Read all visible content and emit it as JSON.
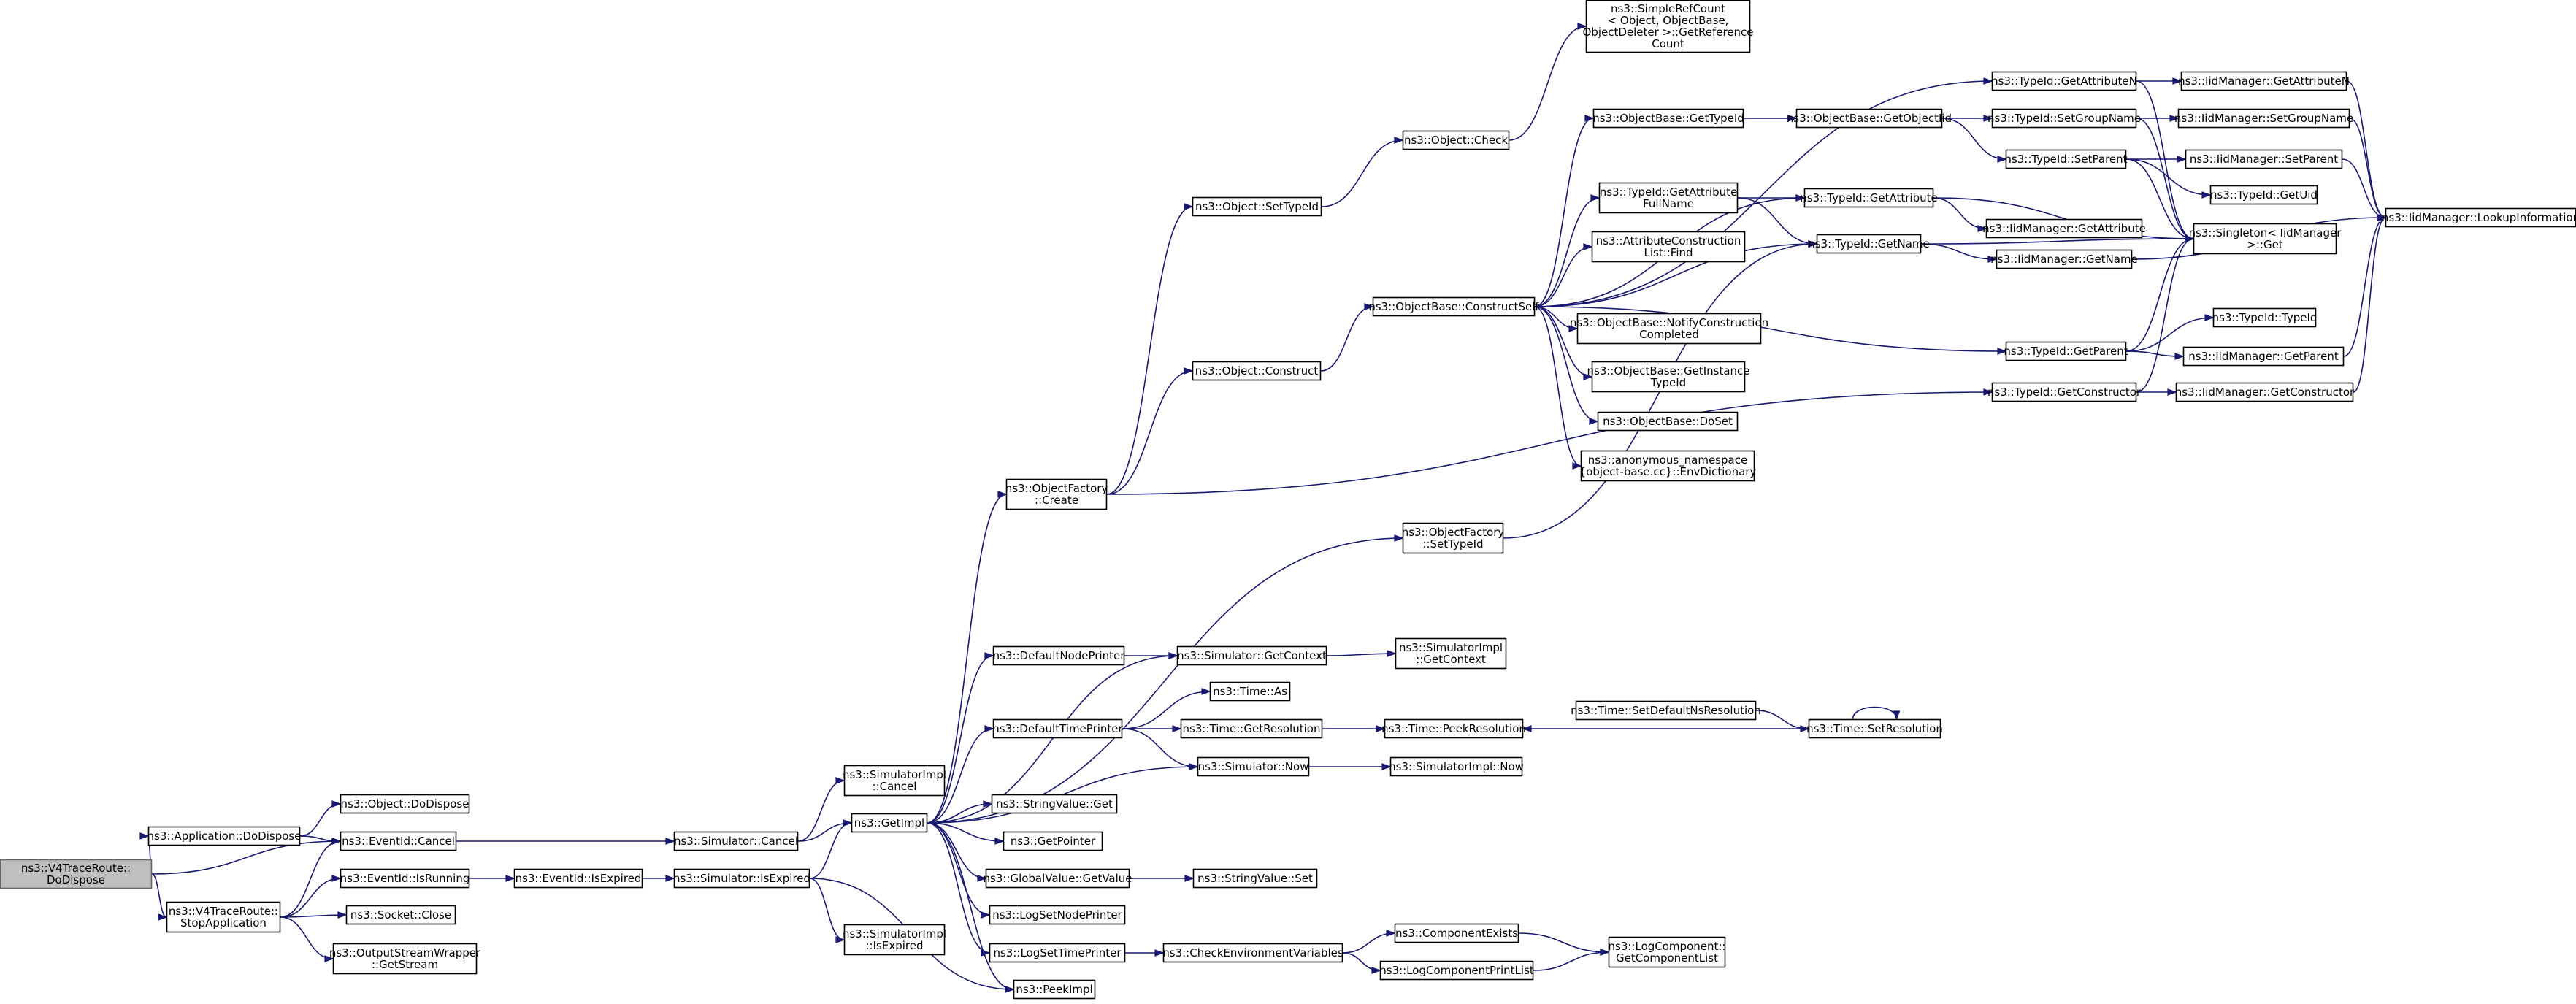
{
  "nodes": {
    "n_root": {
      "lines": [
        "ns3::V4TraceRoute::",
        "DoDispose"
      ],
      "root": true
    },
    "n_appdispose": {
      "lines": [
        "ns3::Application::DoDispose"
      ]
    },
    "n_stopapp": {
      "lines": [
        "ns3::V4TraceRoute::",
        "StopApplication"
      ]
    },
    "n_objdispose": {
      "lines": [
        "ns3::Object::DoDispose"
      ]
    },
    "n_evcancel": {
      "lines": [
        "ns3::EventId::Cancel"
      ]
    },
    "n_evrunning": {
      "lines": [
        "ns3::EventId::IsRunning"
      ]
    },
    "n_sockclose": {
      "lines": [
        "ns3::Socket::Close"
      ]
    },
    "n_getstream": {
      "lines": [
        "ns3::OutputStreamWrapper",
        "::GetStream"
      ]
    },
    "n_evexpired": {
      "lines": [
        "ns3::EventId::IsExpired"
      ]
    },
    "n_simcancel": {
      "lines": [
        "ns3::Simulator::Cancel"
      ]
    },
    "n_simexpired": {
      "lines": [
        "ns3::Simulator::IsExpired"
      ]
    },
    "n_simimplcancel": {
      "lines": [
        "ns3::SimulatorImpl",
        "::Cancel"
      ]
    },
    "n_getimpl": {
      "lines": [
        "ns3::GetImpl"
      ]
    },
    "n_simimplexpired": {
      "lines": [
        "ns3::SimulatorImpl",
        "::IsExpired"
      ]
    },
    "n_objfactcreate": {
      "lines": [
        "ns3::ObjectFactory",
        "::Create"
      ]
    },
    "n_defnodeprinter": {
      "lines": [
        "ns3::DefaultNodePrinter"
      ]
    },
    "n_deftimeprinter": {
      "lines": [
        "ns3::DefaultTimePrinter"
      ]
    },
    "n_strvalget": {
      "lines": [
        "ns3::StringValue::Get"
      ]
    },
    "n_getpointer": {
      "lines": [
        "ns3::GetPointer"
      ]
    },
    "n_globalgetvalue": {
      "lines": [
        "ns3::GlobalValue::GetValue"
      ]
    },
    "n_lognodeprinter": {
      "lines": [
        "ns3::LogSetNodePrinter"
      ]
    },
    "n_logtimeprinter": {
      "lines": [
        "ns3::LogSetTimePrinter"
      ]
    },
    "n_peekimpl": {
      "lines": [
        "ns3::PeekImpl"
      ]
    },
    "n_objsettypeid": {
      "lines": [
        "ns3::Object::SetTypeId"
      ]
    },
    "n_objconstruct": {
      "lines": [
        "ns3::Object::Construct"
      ]
    },
    "n_simgetcontext": {
      "lines": [
        "ns3::Simulator::GetContext"
      ]
    },
    "n_timeas": {
      "lines": [
        "ns3::Time::As"
      ]
    },
    "n_timegetres": {
      "lines": [
        "ns3::Time::GetResolution"
      ]
    },
    "n_simnow": {
      "lines": [
        "ns3::Simulator::Now"
      ]
    },
    "n_strvalset": {
      "lines": [
        "ns3::StringValue::Set"
      ]
    },
    "n_checkenv": {
      "lines": [
        "ns3::CheckEnvironmentVariables"
      ]
    },
    "n_objcheck": {
      "lines": [
        "ns3::Object::Check"
      ]
    },
    "n_constructself": {
      "lines": [
        "ns3::ObjectBase::ConstructSelf"
      ]
    },
    "n_objfactsettid": {
      "lines": [
        "ns3::ObjectFactory",
        "::SetTypeId"
      ]
    },
    "n_simimplgetctx": {
      "lines": [
        "ns3::SimulatorImpl",
        "::GetContext"
      ]
    },
    "n_timepeekres": {
      "lines": [
        "ns3::Time::PeekResolution"
      ]
    },
    "n_simimplnow": {
      "lines": [
        "ns3::SimulatorImpl::Now"
      ]
    },
    "n_compexists": {
      "lines": [
        "ns3::ComponentExists"
      ]
    },
    "n_logcompprint": {
      "lines": [
        "ns3::LogComponentPrintList"
      ]
    },
    "n_simplerefcount": {
      "lines": [
        "ns3::SimpleRefCount",
        "< Object, ObjectBase,",
        "ObjectDeleter >::GetReference",
        "Count"
      ]
    },
    "n_objbasegettid": {
      "lines": [
        "ns3::ObjectBase::GetTypeId"
      ]
    },
    "n_tidgetattrfull": {
      "lines": [
        "ns3::TypeId::GetAttribute",
        "FullName"
      ]
    },
    "n_attrconstrfind": {
      "lines": [
        "ns3::AttributeConstruction",
        "List::Find"
      ]
    },
    "n_notifyconstr": {
      "lines": [
        "ns3::ObjectBase::NotifyConstruction",
        "Completed"
      ]
    },
    "n_getinstancetid": {
      "lines": [
        "ns3::ObjectBase::GetInstance",
        "TypeId"
      ]
    },
    "n_doset": {
      "lines": [
        "ns3::ObjectBase::DoSet"
      ]
    },
    "n_envdict": {
      "lines": [
        "ns3::anonymous_namespace",
        "{object-base.cc}::EnvDictionary"
      ]
    },
    "n_timesetdefres": {
      "lines": [
        "ns3::Time::SetDefaultNsResolution"
      ]
    },
    "n_logcompgetlist": {
      "lines": [
        "ns3::LogComponent::",
        "GetComponentList"
      ]
    },
    "n_getobjectiid": {
      "lines": [
        "ns3::ObjectBase::GetObjectIid"
      ]
    },
    "n_tidgetattr": {
      "lines": [
        "ns3::TypeId::GetAttribute"
      ]
    },
    "n_tidgetname": {
      "lines": [
        "ns3::TypeId::GetName"
      ]
    },
    "n_timesetres": {
      "lines": [
        "ns3::Time::SetResolution"
      ]
    },
    "n_tidgetattrn": {
      "lines": [
        "ns3::TypeId::GetAttributeN"
      ]
    },
    "n_tidsetgroup": {
      "lines": [
        "ns3::TypeId::SetGroupName"
      ]
    },
    "n_tidsetparent": {
      "lines": [
        "ns3::TypeId::SetParent"
      ]
    },
    "n_iidgetattr": {
      "lines": [
        "ns3::IidManager::GetAttribute"
      ]
    },
    "n_iidgetname": {
      "lines": [
        "ns3::IidManager::GetName"
      ]
    },
    "n_tidgetparent": {
      "lines": [
        "ns3::TypeId::GetParent"
      ]
    },
    "n_tidgetctor": {
      "lines": [
        "ns3::TypeId::GetConstructor"
      ]
    },
    "n_iidgetattrn": {
      "lines": [
        "ns3::IidManager::GetAttributeN"
      ]
    },
    "n_iidsetgroup": {
      "lines": [
        "ns3::IidManager::SetGroupName"
      ]
    },
    "n_iidsetparent": {
      "lines": [
        "ns3::IidManager::SetParent"
      ]
    },
    "n_tidgetuid": {
      "lines": [
        "ns3::TypeId::GetUid"
      ]
    },
    "n_singleton": {
      "lines": [
        "ns3::Singleton< IidManager",
        " >::Get"
      ]
    },
    "n_tidtypeid": {
      "lines": [
        "ns3::TypeId::TypeId"
      ]
    },
    "n_iidgetparent": {
      "lines": [
        "ns3::IidManager::GetParent"
      ]
    },
    "n_iidgetctor": {
      "lines": [
        "ns3::IidManager::GetConstructor"
      ]
    },
    "n_lookupinfo": {
      "lines": [
        "ns3::IidManager::LookupInformation"
      ]
    }
  },
  "edges": [
    [
      "n_root",
      "n_appdispose"
    ],
    [
      "n_root",
      "n_evcancel"
    ],
    [
      "n_root",
      "n_stopapp"
    ],
    [
      "n_appdispose",
      "n_objdispose"
    ],
    [
      "n_appdispose",
      "n_evcancel"
    ],
    [
      "n_stopapp",
      "n_evcancel"
    ],
    [
      "n_stopapp",
      "n_evrunning"
    ],
    [
      "n_stopapp",
      "n_sockclose"
    ],
    [
      "n_stopapp",
      "n_getstream"
    ],
    [
      "n_evcancel",
      "n_simcancel"
    ],
    [
      "n_evrunning",
      "n_evexpired"
    ],
    [
      "n_evexpired",
      "n_simexpired"
    ],
    [
      "n_simcancel",
      "n_simimplcancel"
    ],
    [
      "n_simcancel",
      "n_getimpl"
    ],
    [
      "n_simexpired",
      "n_getimpl"
    ],
    [
      "n_simexpired",
      "n_simimplexpired"
    ],
    [
      "n_simexpired",
      "n_peekimpl"
    ],
    [
      "n_getimpl",
      "n_objfactcreate"
    ],
    [
      "n_getimpl",
      "n_objfactsettid"
    ],
    [
      "n_getimpl",
      "n_defnodeprinter"
    ],
    [
      "n_getimpl",
      "n_simgetcontext"
    ],
    [
      "n_getimpl",
      "n_deftimeprinter"
    ],
    [
      "n_getimpl",
      "n_simnow"
    ],
    [
      "n_getimpl",
      "n_strvalget"
    ],
    [
      "n_getimpl",
      "n_getpointer"
    ],
    [
      "n_getimpl",
      "n_globalgetvalue"
    ],
    [
      "n_getimpl",
      "n_lognodeprinter"
    ],
    [
      "n_getimpl",
      "n_logtimeprinter"
    ],
    [
      "n_getimpl",
      "n_peekimpl"
    ],
    [
      "n_objfactcreate",
      "n_objsettypeid"
    ],
    [
      "n_objfactcreate",
      "n_objconstruct"
    ],
    [
      "n_objfactcreate",
      "n_tidgetctor"
    ],
    [
      "n_objsettypeid",
      "n_objcheck"
    ],
    [
      "n_objcheck",
      "n_simplerefcount"
    ],
    [
      "n_objconstruct",
      "n_constructself"
    ],
    [
      "n_defnodeprinter",
      "n_simgetcontext"
    ],
    [
      "n_simgetcontext",
      "n_simimplgetctx"
    ],
    [
      "n_deftimeprinter",
      "n_timeas"
    ],
    [
      "n_deftimeprinter",
      "n_timegetres"
    ],
    [
      "n_deftimeprinter",
      "n_simnow"
    ],
    [
      "n_timegetres",
      "n_timepeekres"
    ],
    [
      "n_simnow",
      "n_simimplnow"
    ],
    [
      "n_globalgetvalue",
      "n_strvalset"
    ],
    [
      "n_logtimeprinter",
      "n_checkenv"
    ],
    [
      "n_checkenv",
      "n_compexists"
    ],
    [
      "n_checkenv",
      "n_logcompprint"
    ],
    [
      "n_compexists",
      "n_logcompgetlist"
    ],
    [
      "n_logcompprint",
      "n_logcompgetlist"
    ],
    [
      "n_timesetdefres",
      "n_timesetres"
    ],
    [
      "n_timesetres",
      "n_timepeekres"
    ],
    [
      "n_timesetres",
      "n_timesetres"
    ],
    [
      "n_constructself",
      "n_objbasegettid"
    ],
    [
      "n_constructself",
      "n_tidgetattrn"
    ],
    [
      "n_constructself",
      "n_tidgetattr"
    ],
    [
      "n_constructself",
      "n_tidgetattrfull"
    ],
    [
      "n_constructself",
      "n_attrconstrfind"
    ],
    [
      "n_constructself",
      "n_tidgetname"
    ],
    [
      "n_constructself",
      "n_notifyconstr"
    ],
    [
      "n_constructself",
      "n_getinstancetid"
    ],
    [
      "n_constructself",
      "n_doset"
    ],
    [
      "n_constructself",
      "n_envdict"
    ],
    [
      "n_constructself",
      "n_tidgetparent"
    ],
    [
      "n_objfactsettid",
      "n_tidgetname"
    ],
    [
      "n_objbasegettid",
      "n_getobjectiid"
    ],
    [
      "n_getobjectiid",
      "n_tidsetgroup"
    ],
    [
      "n_getobjectiid",
      "n_tidsetparent"
    ],
    [
      "n_tidgetattrfull",
      "n_tidgetattr"
    ],
    [
      "n_tidgetattrfull",
      "n_tidgetname"
    ],
    [
      "n_tidgetattr",
      "n_iidgetattr"
    ],
    [
      "n_tidgetattr",
      "n_singleton"
    ],
    [
      "n_tidgetname",
      "n_iidgetname"
    ],
    [
      "n_tidgetname",
      "n_singleton"
    ],
    [
      "n_tidgetattrn",
      "n_iidgetattrn"
    ],
    [
      "n_tidgetattrn",
      "n_singleton"
    ],
    [
      "n_tidsetgroup",
      "n_iidsetgroup"
    ],
    [
      "n_tidsetgroup",
      "n_singleton"
    ],
    [
      "n_tidsetparent",
      "n_iidsetparent"
    ],
    [
      "n_tidsetparent",
      "n_tidgetuid"
    ],
    [
      "n_tidsetparent",
      "n_singleton"
    ],
    [
      "n_tidgetparent",
      "n_tidtypeid"
    ],
    [
      "n_tidgetparent",
      "n_iidgetparent"
    ],
    [
      "n_tidgetparent",
      "n_singleton"
    ],
    [
      "n_tidgetctor",
      "n_iidgetctor"
    ],
    [
      "n_tidgetctor",
      "n_singleton"
    ],
    [
      "n_iidgetattrn",
      "n_lookupinfo"
    ],
    [
      "n_iidsetgroup",
      "n_lookupinfo"
    ],
    [
      "n_iidsetparent",
      "n_lookupinfo"
    ],
    [
      "n_iidgetname",
      "n_lookupinfo"
    ],
    [
      "n_iidgetparent",
      "n_lookupinfo"
    ],
    [
      "n_iidgetctor",
      "n_lookupinfo"
    ]
  ]
}
